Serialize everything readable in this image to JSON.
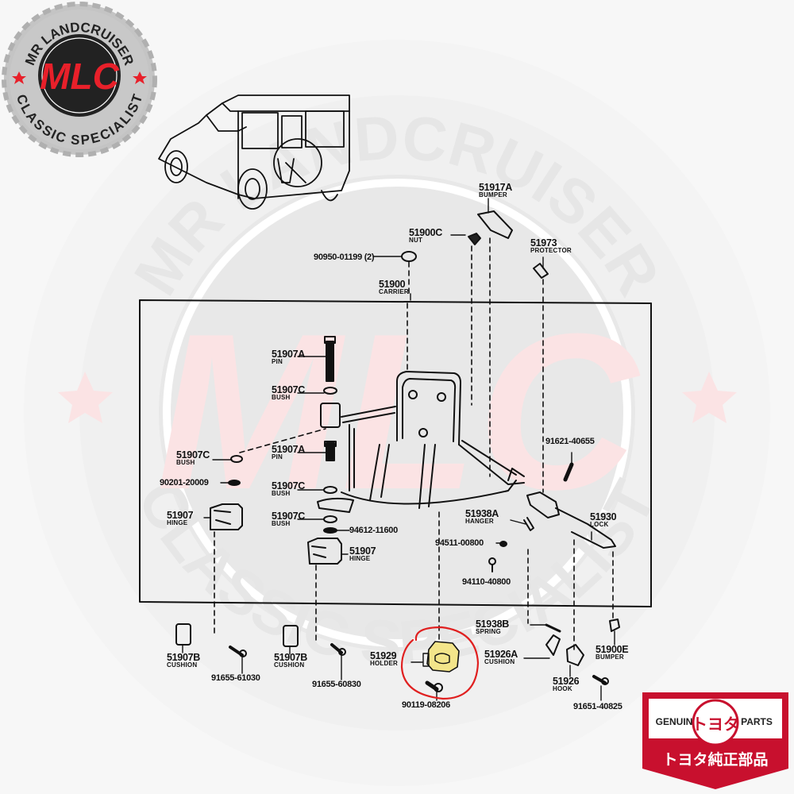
{
  "brand": {
    "top_arc": "MR LANDCRUISER",
    "bottom_arc": "CLASSIC SPECIALIST",
    "monogram": "MLC",
    "colors": {
      "red": "#e8202a",
      "dark": "#222222",
      "silver": "#bdbdbd",
      "watermark_red": "#fbe3e4",
      "watermark_grey": "#e6e6e6"
    }
  },
  "watermark": {
    "top_arc": "MR LANDCRUISER",
    "bottom_arc": "CLASSIC SPECIALIST",
    "monogram": "MLC"
  },
  "genuine_badge": {
    "left": "GENUINE",
    "right": "PARTS",
    "emblem": "トヨタ",
    "japanese": "トヨタ純正部品",
    "color": "#c8102e"
  },
  "highlight": {
    "part": "51929",
    "ring_color": "#e02020",
    "fill_color": "#f3e58a"
  },
  "parts": [
    {
      "id": "51917A",
      "name": "BUMPER"
    },
    {
      "id": "51900C",
      "name": "NUT"
    },
    {
      "id": "90950-01199 (2)",
      "name": ""
    },
    {
      "id": "51973",
      "name": "PROTECTOR"
    },
    {
      "id": "51900",
      "name": "CARRIER"
    },
    {
      "id": "51907A",
      "name": "PIN"
    },
    {
      "id": "51907C",
      "name": "BUSH"
    },
    {
      "id": "51907C",
      "name": "BUSH"
    },
    {
      "id": "51907A",
      "name": "PIN"
    },
    {
      "id": "90201-20009",
      "name": ""
    },
    {
      "id": "51907C",
      "name": "BUSH"
    },
    {
      "id": "51907",
      "name": "HINGE"
    },
    {
      "id": "51907C",
      "name": "BUSH"
    },
    {
      "id": "94612-11600",
      "name": ""
    },
    {
      "id": "51907",
      "name": "HINGE"
    },
    {
      "id": "91621-40655",
      "name": ""
    },
    {
      "id": "51938A",
      "name": "HANGER"
    },
    {
      "id": "51930",
      "name": "LOCK"
    },
    {
      "id": "94511-00800",
      "name": ""
    },
    {
      "id": "94110-40800",
      "name": ""
    },
    {
      "id": "51907B",
      "name": "CUSHION"
    },
    {
      "id": "91655-61030",
      "name": ""
    },
    {
      "id": "51907B",
      "name": "CUSHION"
    },
    {
      "id": "91655-60830",
      "name": ""
    },
    {
      "id": "51929",
      "name": "HOLDER"
    },
    {
      "id": "90119-08206",
      "name": ""
    },
    {
      "id": "51938B",
      "name": "SPRING"
    },
    {
      "id": "51926A",
      "name": "CUSHION"
    },
    {
      "id": "51926",
      "name": "HOOK"
    },
    {
      "id": "51900E",
      "name": "BUMPER"
    },
    {
      "id": "91651-40825",
      "name": ""
    }
  ]
}
